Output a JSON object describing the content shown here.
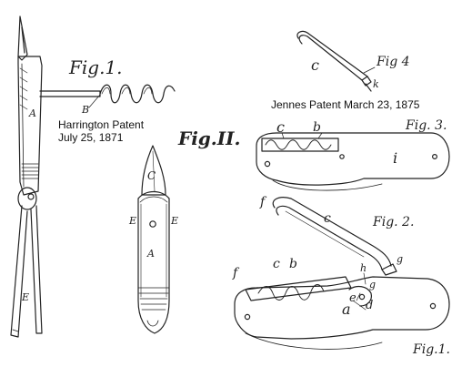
{
  "captions": {
    "harrington_line1": "Harrington Patent",
    "harrington_line2": "July 25, 1871",
    "jennes": "Jennes Patent March 23, 1875"
  },
  "figure_labels": {
    "fig1_left": "Fig.1.",
    "fig2_left": "Fig.II.",
    "fig4_right": "Fig 4",
    "fig3_right": "Fig. 3.",
    "fig2_right": "Fig. 2.",
    "fig1_right": "Fig.1."
  },
  "letters": {
    "left_A": "A",
    "left_B": "B",
    "left_E": "E",
    "fig2_C": "C",
    "fig2_E1": "E",
    "fig2_E2": "E",
    "fig2_A": "A",
    "fig4_c": "c",
    "fig4_k": "k",
    "fig3_c": "c",
    "fig3_b": "b",
    "fig3_i": "i",
    "fig2r_f": "f",
    "fig2r_c": "c",
    "fig2r_g": "g",
    "fig1r_f": "f",
    "fig1r_c": "c",
    "fig1r_b": "b",
    "fig1r_h": "h",
    "fig1r_g": "g",
    "fig1r_e": "e",
    "fig1r_a": "a",
    "fig1r_d": "d"
  },
  "colors": {
    "ink": "#222222",
    "paper": "#ffffff"
  }
}
